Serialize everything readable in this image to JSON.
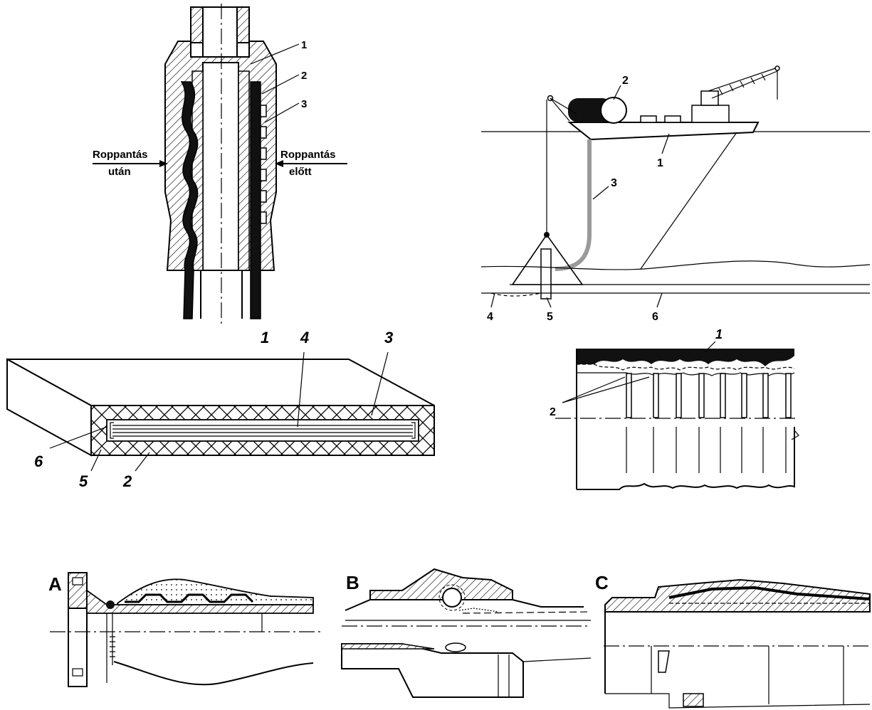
{
  "figures": {
    "crimp": {
      "labels": [
        "1",
        "2",
        "3"
      ],
      "left_caption": [
        "Roppantás",
        "után"
      ],
      "right_caption": [
        "Roppantás",
        "előtt"
      ]
    },
    "vessel": {
      "labels": [
        "1",
        "2",
        "3",
        "4",
        "5",
        "6"
      ]
    },
    "laminate": {
      "labels": [
        "1",
        "2",
        "3",
        "4",
        "5",
        "6"
      ]
    },
    "corrugated": {
      "labels": [
        "1",
        "2"
      ]
    },
    "fittings": {
      "labels": [
        "A",
        "B",
        "C"
      ]
    }
  },
  "colors": {
    "ink": "#000000",
    "hatch_fill": "#d8d8d8",
    "hose_grey": "#9a9a9a"
  }
}
